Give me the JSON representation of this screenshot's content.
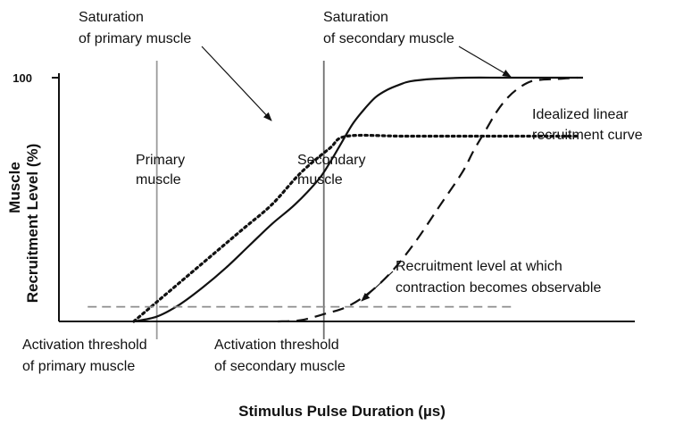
{
  "chart_data": {
    "type": "line",
    "title": "",
    "xlabel": "Stimulus Pulse Duration (µs)",
    "ylabel": [
      "Muscle",
      "Recruitment Level (%)"
    ],
    "ylim": [
      0,
      100
    ],
    "xlim": [
      0,
      100
    ],
    "x_ticks": [],
    "y_ticks": [
      {
        "value": 100,
        "label": "100"
      }
    ],
    "grid": false,
    "series": [
      {
        "style": "solid",
        "x": [
          13,
          17,
          21,
          25,
          29,
          33,
          37,
          41,
          45,
          47,
          49,
          51,
          53,
          55,
          57,
          59,
          61,
          65,
          71,
          77,
          84,
          91
        ],
        "y": [
          0,
          2,
          7,
          14,
          22,
          31,
          40,
          48,
          58,
          65,
          73,
          81,
          87,
          92,
          95,
          97,
          98.5,
          99.5,
          100,
          100,
          100,
          100
        ]
      },
      {
        "style": "dashed",
        "x": [
          38,
          42,
          46,
          50,
          54,
          58,
          62,
          66,
          70,
          72,
          74,
          76,
          78,
          80,
          82,
          84,
          86,
          88,
          90
        ],
        "y": [
          0,
          0.5,
          3,
          6,
          12,
          21,
          33,
          47,
          61,
          70,
          78,
          86,
          92,
          96,
          98.5,
          99.2,
          99.4,
          99.7,
          100
        ]
      },
      {
        "style": "dotted",
        "x": [
          13,
          17,
          22,
          27,
          32,
          37,
          42,
          47,
          50,
          60,
          70,
          80,
          90
        ],
        "y": [
          0,
          8,
          18,
          28,
          38,
          48,
          61,
          71,
          76,
          76,
          76,
          76,
          76
        ]
      },
      {
        "style": "dashed-grey",
        "x": [
          5,
          79
        ],
        "y": [
          6,
          6
        ]
      }
    ],
    "reference_lines": [
      {
        "axis": "x",
        "value": 17
      },
      {
        "axis": "x",
        "value": 46
      }
    ],
    "annotations": {
      "saturation_primary": [
        "Saturation",
        "of primary muscle"
      ],
      "saturation_secondary": [
        "Saturation",
        "of secondary muscle"
      ],
      "idealized": [
        "Idealized linear",
        "recruitment curve"
      ],
      "primary_muscle": [
        "Primary",
        "muscle"
      ],
      "secondary_muscle": [
        "Secondary",
        "muscle"
      ],
      "recruitment_level": [
        "Recruitment level at which",
        "contraction becomes observable"
      ],
      "activation_primary": [
        "Activation threshold",
        "of primary muscle"
      ],
      "activation_secondary": [
        "Activation threshold",
        "of secondary muscle"
      ]
    }
  }
}
